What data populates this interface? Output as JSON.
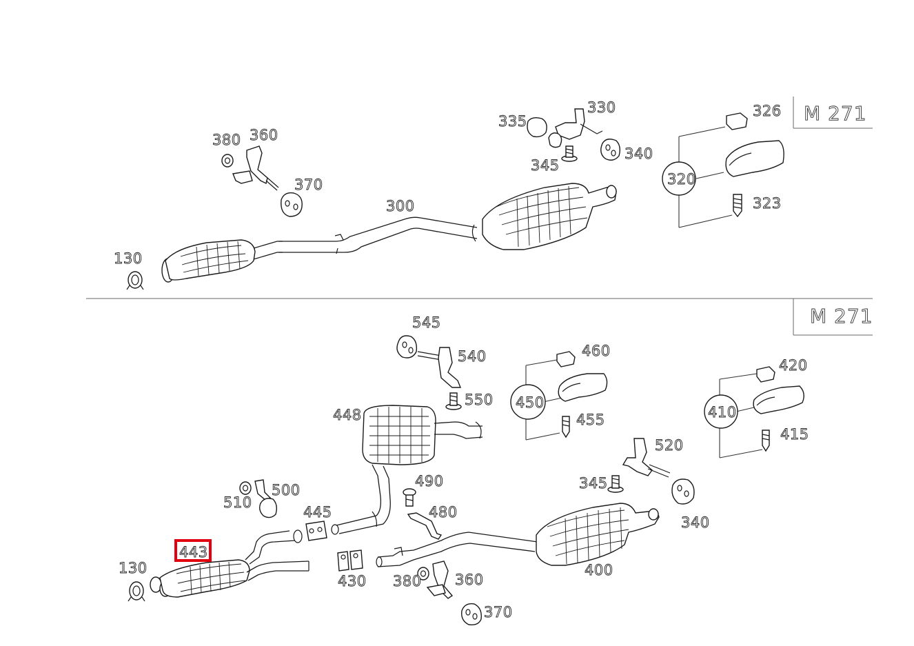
{
  "engine_tags": [
    "M 271",
    "M 271"
  ],
  "upper": {
    "labels": {
      "p130": "130",
      "p300": "300",
      "p320": "320",
      "p323": "323",
      "p326": "326",
      "p330": "330",
      "p335": "335",
      "p340": "340",
      "p345": "345",
      "p360": "360",
      "p370": "370",
      "p380": "380"
    }
  },
  "lower": {
    "labels": {
      "p130": "130",
      "p340": "340",
      "p345": "345",
      "p360": "360",
      "p370": "370",
      "p380": "380",
      "p400": "400",
      "p410": "410",
      "p415": "415",
      "p420": "420",
      "p430": "430",
      "p443": "443",
      "p445": "445",
      "p448": "448",
      "p450": "450",
      "p455": "455",
      "p460": "460",
      "p480": "480",
      "p490": "490",
      "p500": "500",
      "p510": "510",
      "p520": "520",
      "p540": "540",
      "p545": "545",
      "p550": "550"
    }
  },
  "highlighted_part": "443",
  "colors": {
    "line": "#1a1a1a",
    "highlight": "#e3000f",
    "background": "#ffffff"
  }
}
